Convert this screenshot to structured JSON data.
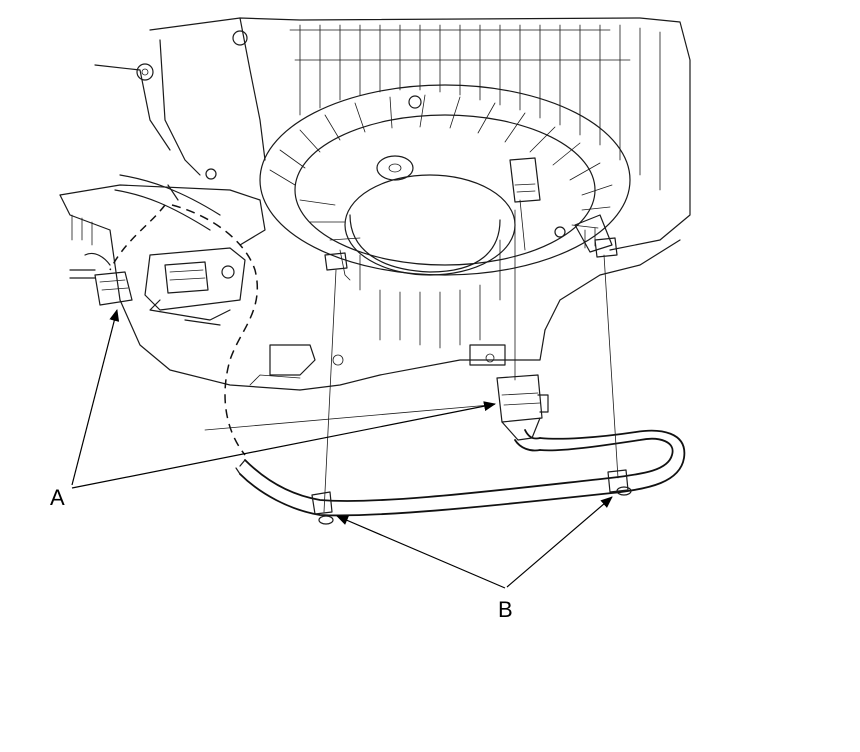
{
  "callouts": {
    "a": {
      "label": "A",
      "description_of_target": "connectors"
    },
    "b": {
      "label": "B",
      "description_of_target": "clips"
    }
  },
  "colors": {
    "line": "#1a1a1a",
    "background": "#ffffff"
  }
}
